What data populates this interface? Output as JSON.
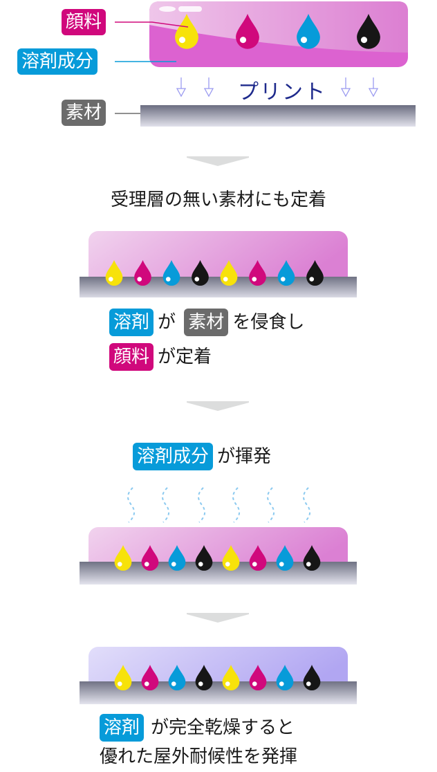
{
  "labels": {
    "pigment": "顔料",
    "solvent_component": "溶剤成分",
    "substrate": "素材",
    "print": "プリント",
    "solvent": "溶剤"
  },
  "steps": [
    {
      "caption": "受理層の無い素材にも定着"
    },
    {
      "line1_tag1": "溶剤",
      "line1_mid": "が",
      "line1_tag2": "素材",
      "line1_end": "を侵食し",
      "line2_tag": "顔料",
      "line2_end": "が定着"
    },
    {
      "tag": "溶剤成分",
      "text": "が揮発"
    },
    {
      "tag": "溶剤",
      "line1_end": "が完全乾燥すると",
      "line2": "優れた屋外耐候性を発揮"
    }
  ],
  "colors": {
    "yellow": "#f7e20a",
    "magenta": "#d0087c",
    "cyan": "#079bd9",
    "black": "#161616",
    "tag_gray": "#6b6b6b",
    "print_text": "#1e2a8c"
  },
  "ink_sequence": [
    "yellow",
    "magenta",
    "cyan",
    "black",
    "yellow",
    "magenta",
    "cyan",
    "black"
  ],
  "top_ink_sequence": [
    "yellow",
    "magenta",
    "cyan",
    "black"
  ]
}
